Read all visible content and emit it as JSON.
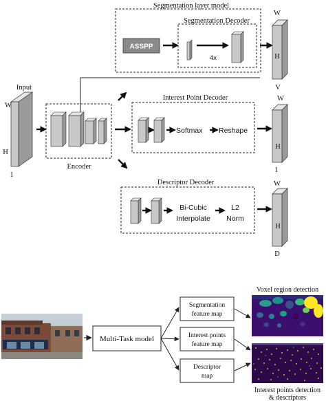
{
  "architecture": {
    "segmentation_group_title": "Segmentation layer model",
    "segmentation_decoder_title": "Segmentation Decoder",
    "asspp_label": "ASSPP",
    "upsample_label": "4x",
    "input_title": "Input",
    "input_w": "W",
    "input_h": "H",
    "input_depth": "1",
    "encoder_label": "Encoder",
    "interest_decoder_title": "Interest Point Decoder",
    "softmax_label": "Softmax",
    "reshape_label": "Reshape",
    "descriptor_decoder_title": "Descriptor Decoder",
    "bicubic_line1": "Bi-Cubic",
    "bicubic_line2": "Interpolate",
    "l2_line1": "L2",
    "l2_line2": "Norm",
    "seg_out": {
      "w": "W",
      "h": "H",
      "depth": "V"
    },
    "interest_out": {
      "w": "W",
      "h": "H",
      "depth": "1"
    },
    "descriptor_out": {
      "w": "W",
      "h": "H",
      "depth": "D"
    }
  },
  "pipeline": {
    "model_label": "Multi-Task model",
    "seg_map_line1": "Segmentation",
    "seg_map_line2": "feature map",
    "ip_map_line1": "Interest points",
    "ip_map_line2": "feature map",
    "desc_map_line1": "Descriptor",
    "desc_map_line2": "map",
    "voxel_caption": "Voxel region detection",
    "ip_caption_line1": "Interest points detection",
    "ip_caption_line2": "& descriptors"
  },
  "colors": {
    "block_face": "#c8c8c8",
    "block_side": "#9a9a9a",
    "block_top": "#e6e6e6",
    "asspp_fill": "#8a8a8a",
    "heatmap_bg": "#3b0f70",
    "heatmap_accent": "#fde725",
    "dots_bg": "#2c0a4a"
  }
}
